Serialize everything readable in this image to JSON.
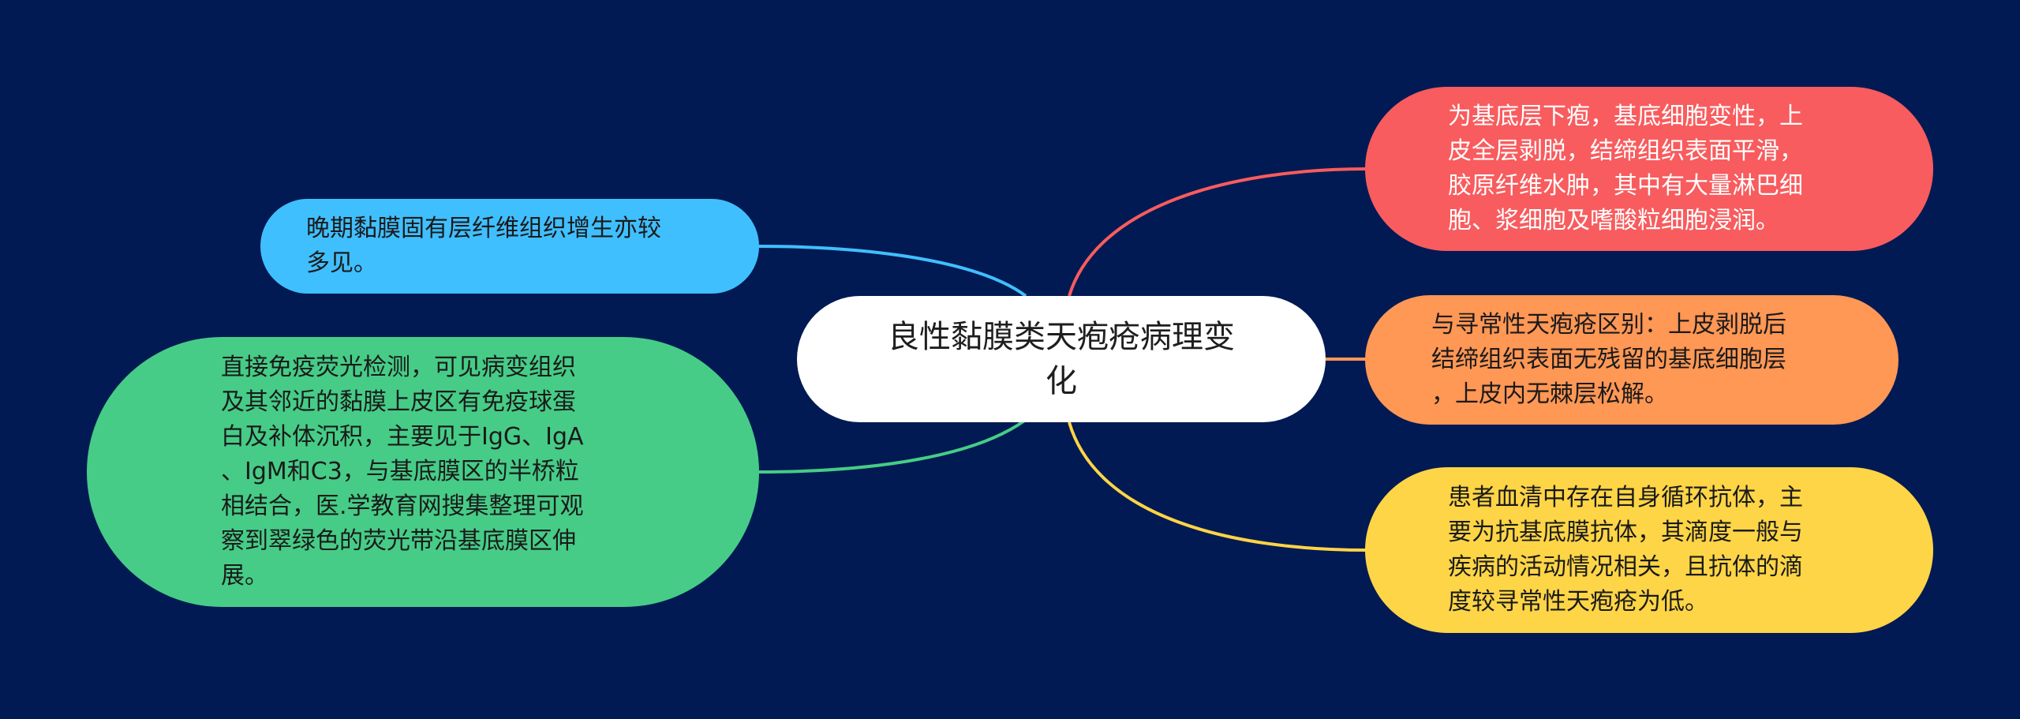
{
  "map": {
    "background": "#021A53",
    "center": {
      "text": "良性黏膜类天疱疮病理变\n化",
      "color": "#FFFFFF"
    },
    "nodes": [
      {
        "id": "left-1",
        "text": "晚期黏膜固有层纤维组织增生亦较\n多见。",
        "color": "#40BFFF",
        "text_color": "#1A1A1A"
      },
      {
        "id": "left-2",
        "text": "直接免疫荧光检测，可见病变组织\n及其邻近的黏膜上皮区有免疫球蛋\n白及补体沉积，主要见于IgG、IgA\n、IgM和C3，与基底膜区的半桥粒\n相结合，医.学教育网搜集整理可观\n察到翠绿色的荧光带沿基底膜区伸\n展。",
        "color": "#46CC87",
        "text_color": "#1A1A1A"
      },
      {
        "id": "right-1",
        "text": "为基底层下疱，基底细胞变性，上\n皮全层剥脱，结缔组织表面平滑，\n胶原纤维水肿，其中有大量淋巴细\n胞、浆细胞及嗜酸粒细胞浸润。",
        "color": "#F85C5E",
        "text_color": "#FFFFFF"
      },
      {
        "id": "right-2",
        "text": "与寻常性天疱疮区别：上皮剥脱后\n结缔组织表面无残留的基底细胞层\n，上皮内无棘层松解。",
        "color": "#FF9755",
        "text_color": "#1A1A1A"
      },
      {
        "id": "right-3",
        "text": "患者血清中存在自身循环抗体，主\n要为抗基底膜抗体，其滴度一般与\n疾病的活动情况相关，且抗体的滴\n度较寻常性天疱疮为低。",
        "color": "#FED546",
        "text_color": "#1A1A1A"
      }
    ]
  }
}
